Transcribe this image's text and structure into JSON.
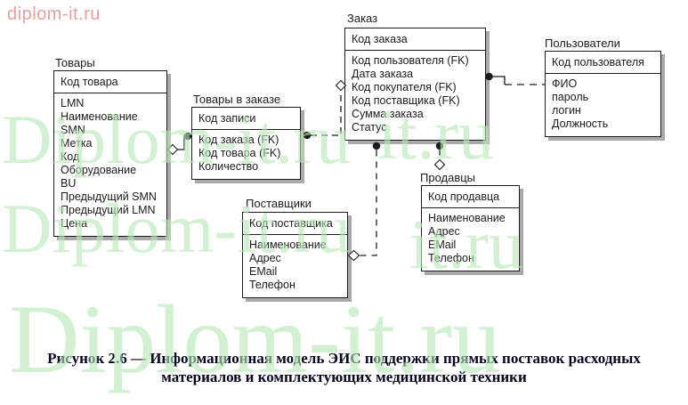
{
  "branding": {
    "corner_watermark": "diplom-it.ru",
    "corner_color": "#e79f9f",
    "tile_color": "#b7e6b7",
    "tiles": [
      "Diplom-it.ru",
      "it.ru",
      "Diplom-it.ru",
      "it.ru",
      "Diplom-it.ru"
    ]
  },
  "diagram": {
    "entities": {
      "tovary": {
        "title": "Товары",
        "pk": "Код товара",
        "fields": [
          "LMN",
          "Наименование",
          "SMN",
          "Метка",
          "Код",
          "Оборудование",
          "BU",
          "Предыдущий SMN",
          "Предыдущий LMN",
          "Цена"
        ]
      },
      "tovary_v_zakaze": {
        "title": "Товары в заказе",
        "pk": "Код записи",
        "fields": [
          "Код заказа (FK)",
          "Код товара (FK)",
          "Количество"
        ]
      },
      "zakaz": {
        "title": "Заказ",
        "pk": "Код заказа",
        "fields": [
          "Код пользователя (FK)",
          "Дата заказа",
          "Код покупателя (FK)",
          "Код поставщика (FK)",
          "Сумма заказа",
          "Статус"
        ]
      },
      "polzovateli": {
        "title": "Пользователи",
        "pk": "Код пользователя",
        "fields": [
          "ФИО",
          "пароль",
          "логин",
          "Должность"
        ]
      },
      "postavshchiki": {
        "title": "Поставщики",
        "pk": "Код поставщика",
        "fields": [
          "Наименование",
          "Адрес",
          "EMail",
          "Телефон"
        ]
      },
      "prodavtsy": {
        "title": "Продавцы",
        "pk": "Код продавца",
        "fields": [
          "Наименование",
          "Адрес",
          "EMail",
          "Телефон"
        ]
      }
    },
    "relationships": [
      {
        "from": "Товары",
        "to": "Товары в заказе",
        "parent_marker": "open-diamond",
        "child_marker": "filled-circle",
        "line": "dashed"
      },
      {
        "from": "Заказ",
        "to": "Товары в заказе",
        "parent_marker": "open-diamond",
        "child_marker": "filled-circle",
        "line": "dashed"
      },
      {
        "from": "Пользователи",
        "to": "Заказ",
        "parent_marker": "none",
        "child_marker": "filled-circle",
        "line": "dashed"
      },
      {
        "from": "Поставщики",
        "to": "Заказ",
        "parent_marker": "open-diamond",
        "child_marker": "filled-circle",
        "line": "dashed"
      },
      {
        "from": "Продавцы",
        "to": "Заказ",
        "parent_marker": "open-diamond",
        "child_marker": "filled-circle",
        "line": "dashed"
      }
    ]
  },
  "caption": {
    "line1": "Рисунок 2.6 — Информационная модель ЭИС поддержки прямых поставок расходных",
    "line2": "материалов и комплектующих медицинской техники"
  }
}
